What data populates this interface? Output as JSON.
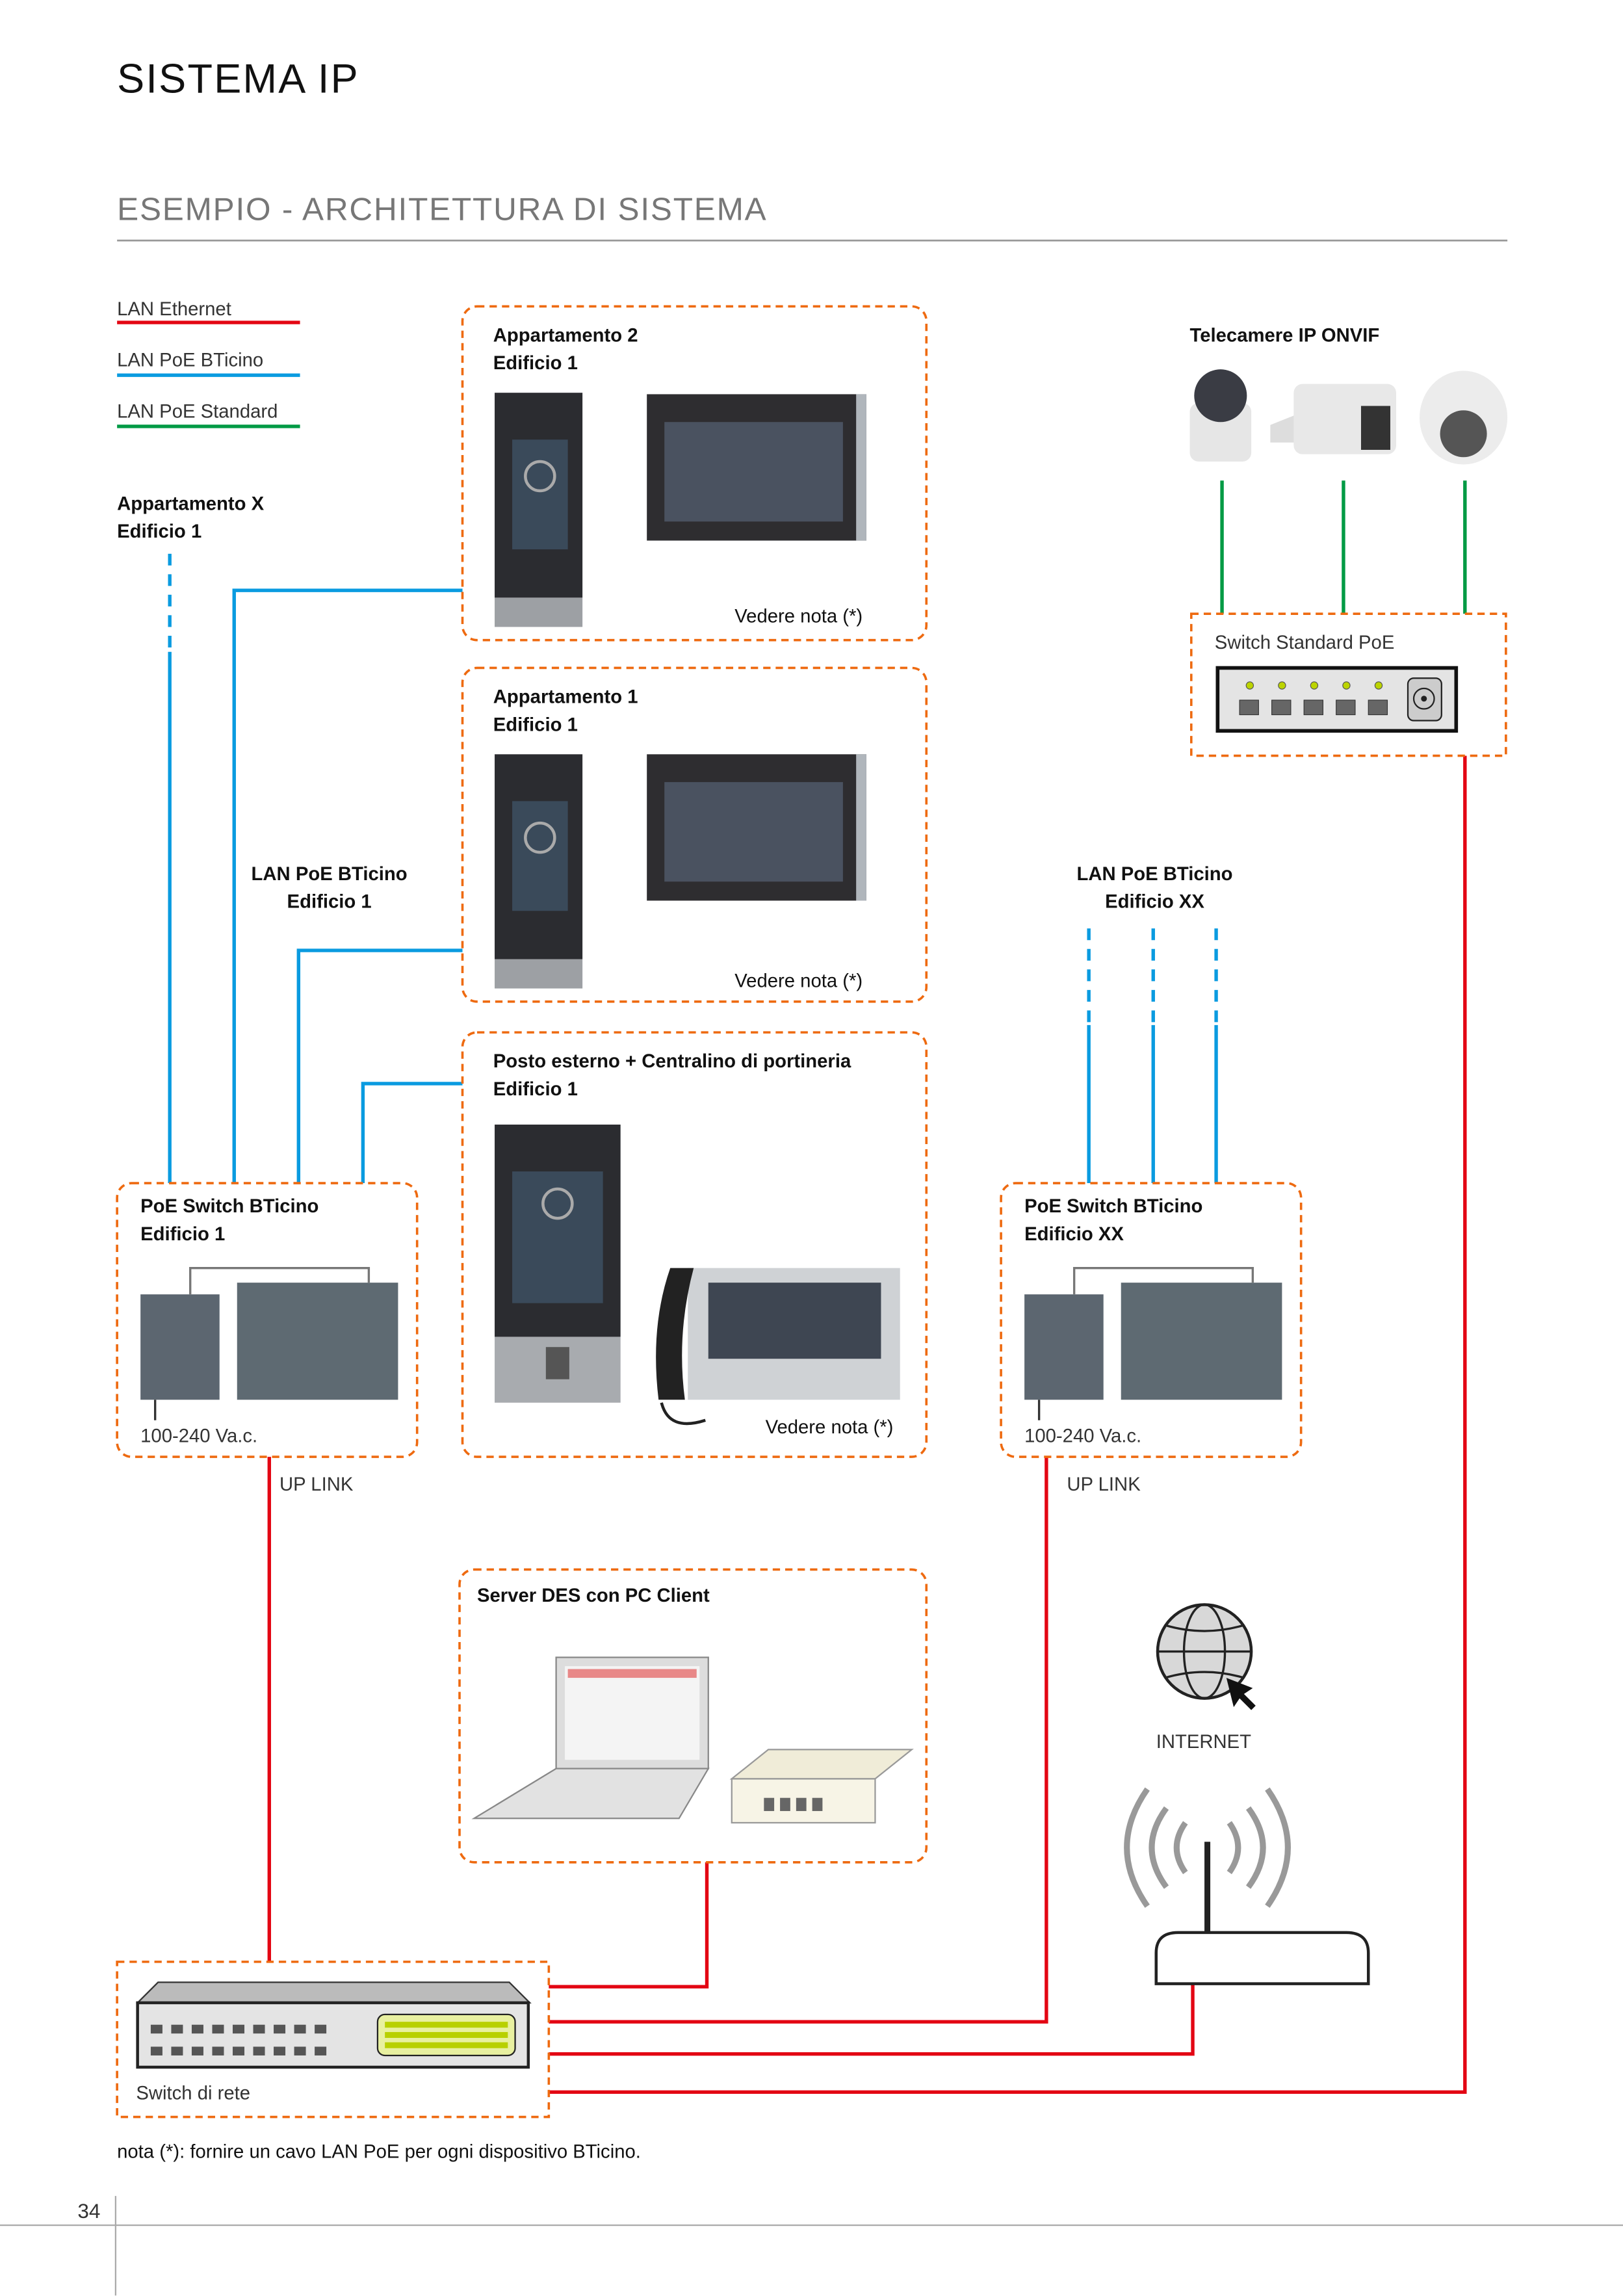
{
  "header": {
    "title": "SISTEMA IP",
    "subtitle": "ESEMPIO - ARCHITETTURA DI SISTEMA"
  },
  "legend": [
    {
      "label": "LAN Ethernet",
      "color": "#e30613"
    },
    {
      "label": "LAN PoE BTicino",
      "color": "#0a9be0"
    },
    {
      "label": "LAN PoE Standard",
      "color": "#009a44"
    }
  ],
  "apt_x": {
    "line1": "Appartamento X",
    "line2": "Edificio 1"
  },
  "apt2": {
    "line1": "Appartamento 2",
    "line2": "Edificio 1",
    "note": "Vedere nota (*)"
  },
  "apt1": {
    "line1": "Appartamento 1",
    "line2": "Edificio 1",
    "note": "Vedere nota (*)"
  },
  "entrance": {
    "line1": "Posto esterno + Centralino di portineria",
    "line2": "Edificio 1",
    "note": "Vedere nota (*)"
  },
  "lan_ed1": {
    "line1": "LAN PoE BTicino",
    "line2": "Edificio 1"
  },
  "lan_edxx": {
    "line1": "LAN PoE BTicino",
    "line2": "Edificio XX"
  },
  "switch_ed1": {
    "line1": "PoE Switch BTicino",
    "line2": "Edificio 1",
    "power": "100-240 Va.c.",
    "uplink": "UP LINK"
  },
  "switch_edxx": {
    "line1": "PoE Switch BTicino",
    "line2": "Edificio XX",
    "power": "100-240 Va.c.",
    "uplink": "UP LINK"
  },
  "cameras": {
    "label": "Telecamere IP ONVIF"
  },
  "std_switch": {
    "label": "Switch Standard PoE"
  },
  "server": {
    "label": "Server DES con PC Client"
  },
  "internet": {
    "label": "INTERNET",
    "icon": "globe-icon"
  },
  "net_switch": {
    "label": "Switch di rete"
  },
  "footnote": "nota (*): fornire un cavo LAN PoE per ogni dispositivo BTicino.",
  "page_number": "34",
  "colors": {
    "box_border": "#ee6a10"
  }
}
